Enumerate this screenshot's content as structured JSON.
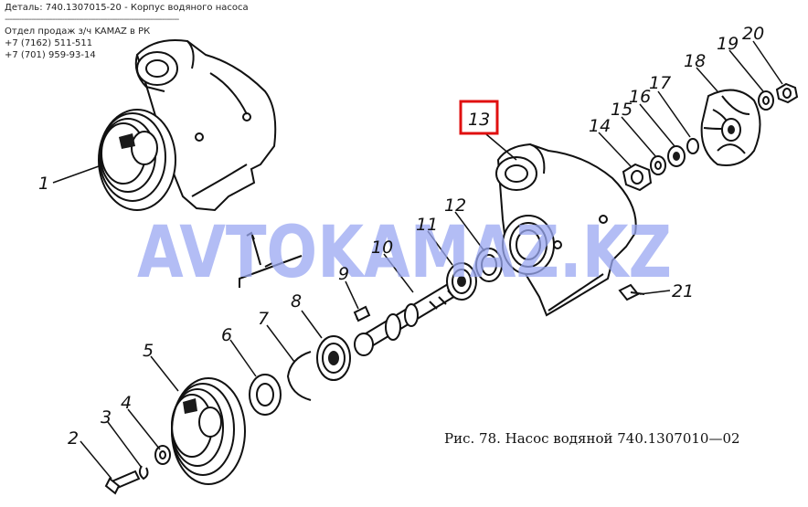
{
  "header": {
    "detail_line": "Деталь: 740.1307015-20 - Корпус водяного насоса",
    "separator": "-------------------------------------------------------------------------",
    "dept_line": "Отдел продаж з/ч KAMAZ в РК",
    "phone_1": "+7 (7162) 511-511",
    "phone_2": "+7 (701) 959-93-14"
  },
  "watermark": {
    "text": "AVTOKAMAZ.KZ",
    "color": "#9aa8f2"
  },
  "highlight": {
    "color": "#e01010",
    "part": "13"
  },
  "callouts": [
    "1",
    "2",
    "3",
    "4",
    "5",
    "6",
    "7",
    "8",
    "9",
    "10",
    "11",
    "12",
    "13",
    "14",
    "15",
    "16",
    "17",
    "18",
    "19",
    "20",
    "21"
  ],
  "caption": "Рис. 78. Насос водяной 740.1307010—02"
}
